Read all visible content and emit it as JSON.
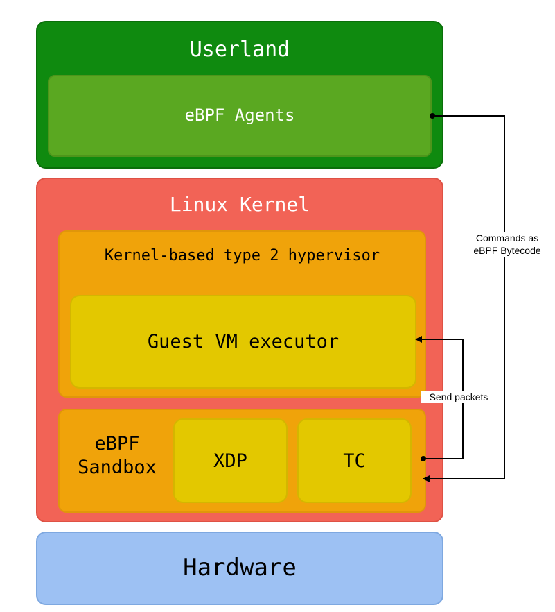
{
  "userland": {
    "title": "Userland",
    "agents": "eBPF Agents"
  },
  "kernel": {
    "title": "Linux Kernel",
    "hypervisor": {
      "title": "Kernel-based type 2 hypervisor",
      "executor": "Guest VM executor"
    },
    "sandbox": {
      "title_line1": "eBPF",
      "title_line2": "Sandbox",
      "xdp": "XDP",
      "tc": "TC"
    }
  },
  "hardware": {
    "title": "Hardware"
  },
  "edges": {
    "commands_line1": "Commands as",
    "commands_line2": "eBPF Bytecode",
    "send_packets": "Send packets"
  },
  "colors": {
    "userland": "#0f8a0f",
    "agents": "#5aa821",
    "kernel": "#f26356",
    "orange_box": "#f0a30a",
    "yellow_box": "#e3c800",
    "hardware": "#9dc1f3"
  }
}
